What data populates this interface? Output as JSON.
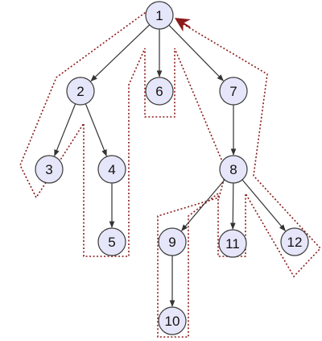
{
  "diagram": {
    "colors": {
      "node_fill": "#e6e6fa",
      "node_stroke": "#3a3a3a",
      "edge": "#333333",
      "traversal": "#8b1a1a"
    },
    "nodes": [
      {
        "id": "1",
        "label": "1"
      },
      {
        "id": "2",
        "label": "2"
      },
      {
        "id": "3",
        "label": "3"
      },
      {
        "id": "4",
        "label": "4"
      },
      {
        "id": "5",
        "label": "5"
      },
      {
        "id": "6",
        "label": "6"
      },
      {
        "id": "7",
        "label": "7"
      },
      {
        "id": "8",
        "label": "8"
      },
      {
        "id": "9",
        "label": "9"
      },
      {
        "id": "10",
        "label": "10"
      },
      {
        "id": "11",
        "label": "11"
      },
      {
        "id": "12",
        "label": "12"
      }
    ],
    "edges": [
      {
        "from": "1",
        "to": "2"
      },
      {
        "from": "1",
        "to": "6"
      },
      {
        "from": "1",
        "to": "7"
      },
      {
        "from": "2",
        "to": "3"
      },
      {
        "from": "2",
        "to": "4"
      },
      {
        "from": "4",
        "to": "5"
      },
      {
        "from": "7",
        "to": "8"
      },
      {
        "from": "8",
        "to": "9"
      },
      {
        "from": "8",
        "to": "11"
      },
      {
        "from": "8",
        "to": "12"
      },
      {
        "from": "9",
        "to": "10"
      }
    ]
  }
}
